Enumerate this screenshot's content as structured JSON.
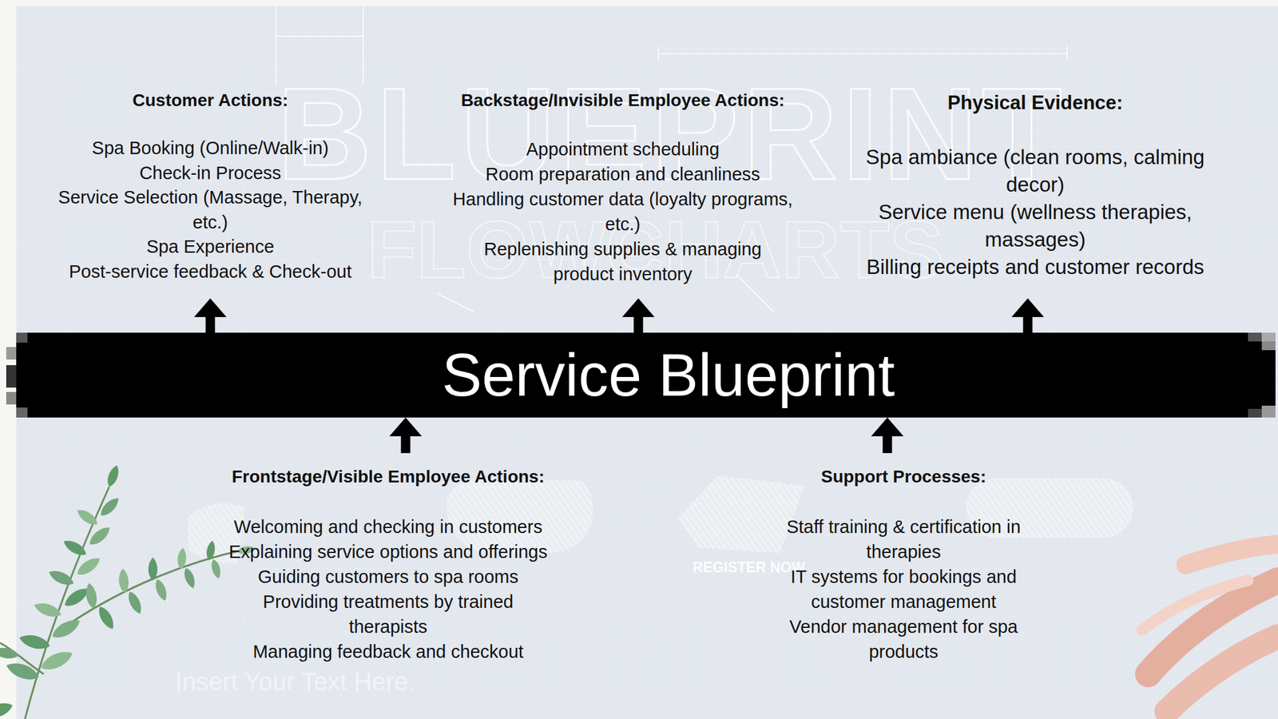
{
  "diagram": {
    "nodes": [
      {
        "text": [
          "Customer Actions:",
          "Spa Booking (Online/Walk-in)",
          "Check-in Process",
          "Service Selection (Massage, Therapy, etc.)",
          "Spa Experience",
          "Post-service feedback & Check-out"
        ]
      },
      {
        "text": [
          "Backstage/Invisible Employee Actions:",
          "Appointment scheduling",
          "Room preparation and cleanliness",
          "Handling customer data (loyalty programs, etc.)",
          "Replenishing supplies & managing product inventory"
        ]
      },
      {
        "text": [
          "Physical Evidence:",
          "Spa ambiance (clean rooms, calming decor)",
          "Service menu (wellness therapies, massages)",
          "Billing receipts and customer records"
        ]
      },
      {
        "text": [
          "Service Blueprint"
        ]
      },
      {
        "text": [
          "Frontstage/Visible Employee Actions:",
          "Welcoming and checking in customers",
          "Explaining service options and offerings",
          "Guiding customers to spa rooms",
          "Providing treatments by trained therapists",
          "Managing feedback and checkout"
        ]
      },
      {
        "text": [
          "Support Processes:",
          "Staff training & certification in therapies",
          "IT systems for bookings and customer management",
          "Vendor management for spa products"
        ]
      }
    ],
    "edges": [
      {
        "from": 3,
        "to": 0,
        "arrow": "to"
      },
      {
        "from": 3,
        "to": 1,
        "arrow": "to"
      },
      {
        "from": 3,
        "to": 2,
        "arrow": "to"
      },
      {
        "from": 4,
        "to": 3,
        "arrow": "to"
      },
      {
        "from": 5,
        "to": 3,
        "arrow": "to"
      }
    ],
    "labels": [
      "BLUEPRINT",
      "FLOWCHARTS",
      "REGISTER NOW",
      "Insert Your Text Here."
    ]
  }
}
